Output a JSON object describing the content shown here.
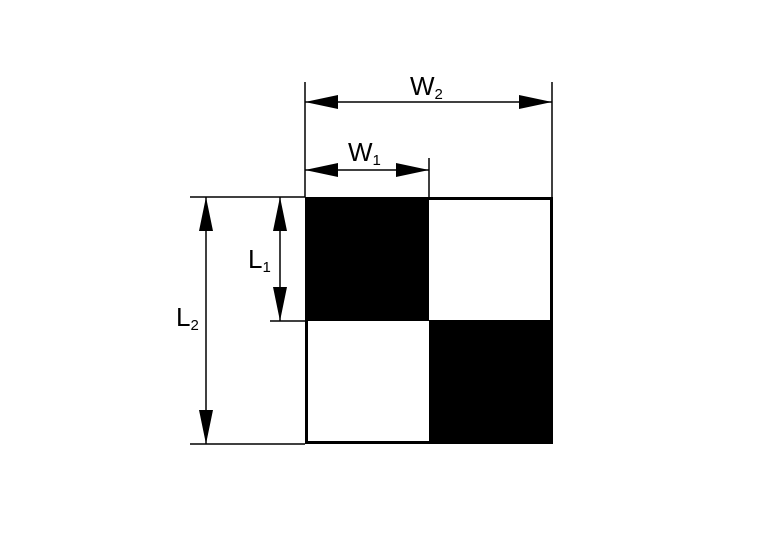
{
  "diagram": {
    "labels": {
      "w2_main": "W",
      "w2_sub": "2",
      "w1_main": "W",
      "w1_sub": "1",
      "l1_main": "L",
      "l1_sub": "1",
      "l2_main": "L",
      "l2_sub": "2"
    },
    "colors": {
      "ink": "#000000",
      "background": "#ffffff"
    }
  }
}
